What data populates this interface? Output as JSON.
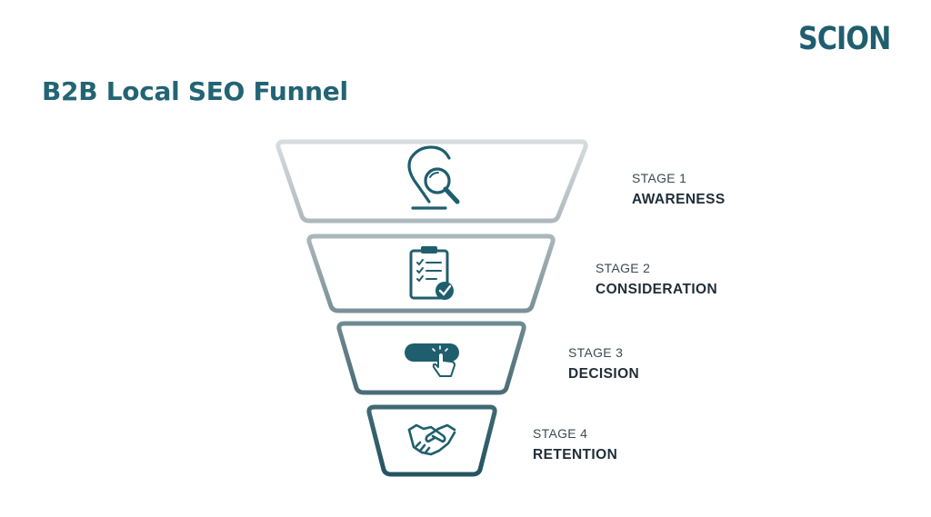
{
  "brand": {
    "logo_text": "SCION",
    "color": "#1f5e6e"
  },
  "title": "B2B Local SEO Funnel",
  "colors": {
    "accent": "#1f5e6e",
    "title": "#226474",
    "frame_light": "#c9cfd2",
    "frame_dark": "#2f5f6b"
  },
  "stages": [
    {
      "number_label": "STAGE 1",
      "name": "AWARENESS",
      "icon": "location-search-icon"
    },
    {
      "number_label": "STAGE 2",
      "name": "CONSIDERATION",
      "icon": "clipboard-check-icon"
    },
    {
      "number_label": "STAGE 3",
      "name": "DECISION",
      "icon": "click-button-icon"
    },
    {
      "number_label": "STAGE 4",
      "name": "RETENTION",
      "icon": "handshake-icon"
    }
  ]
}
